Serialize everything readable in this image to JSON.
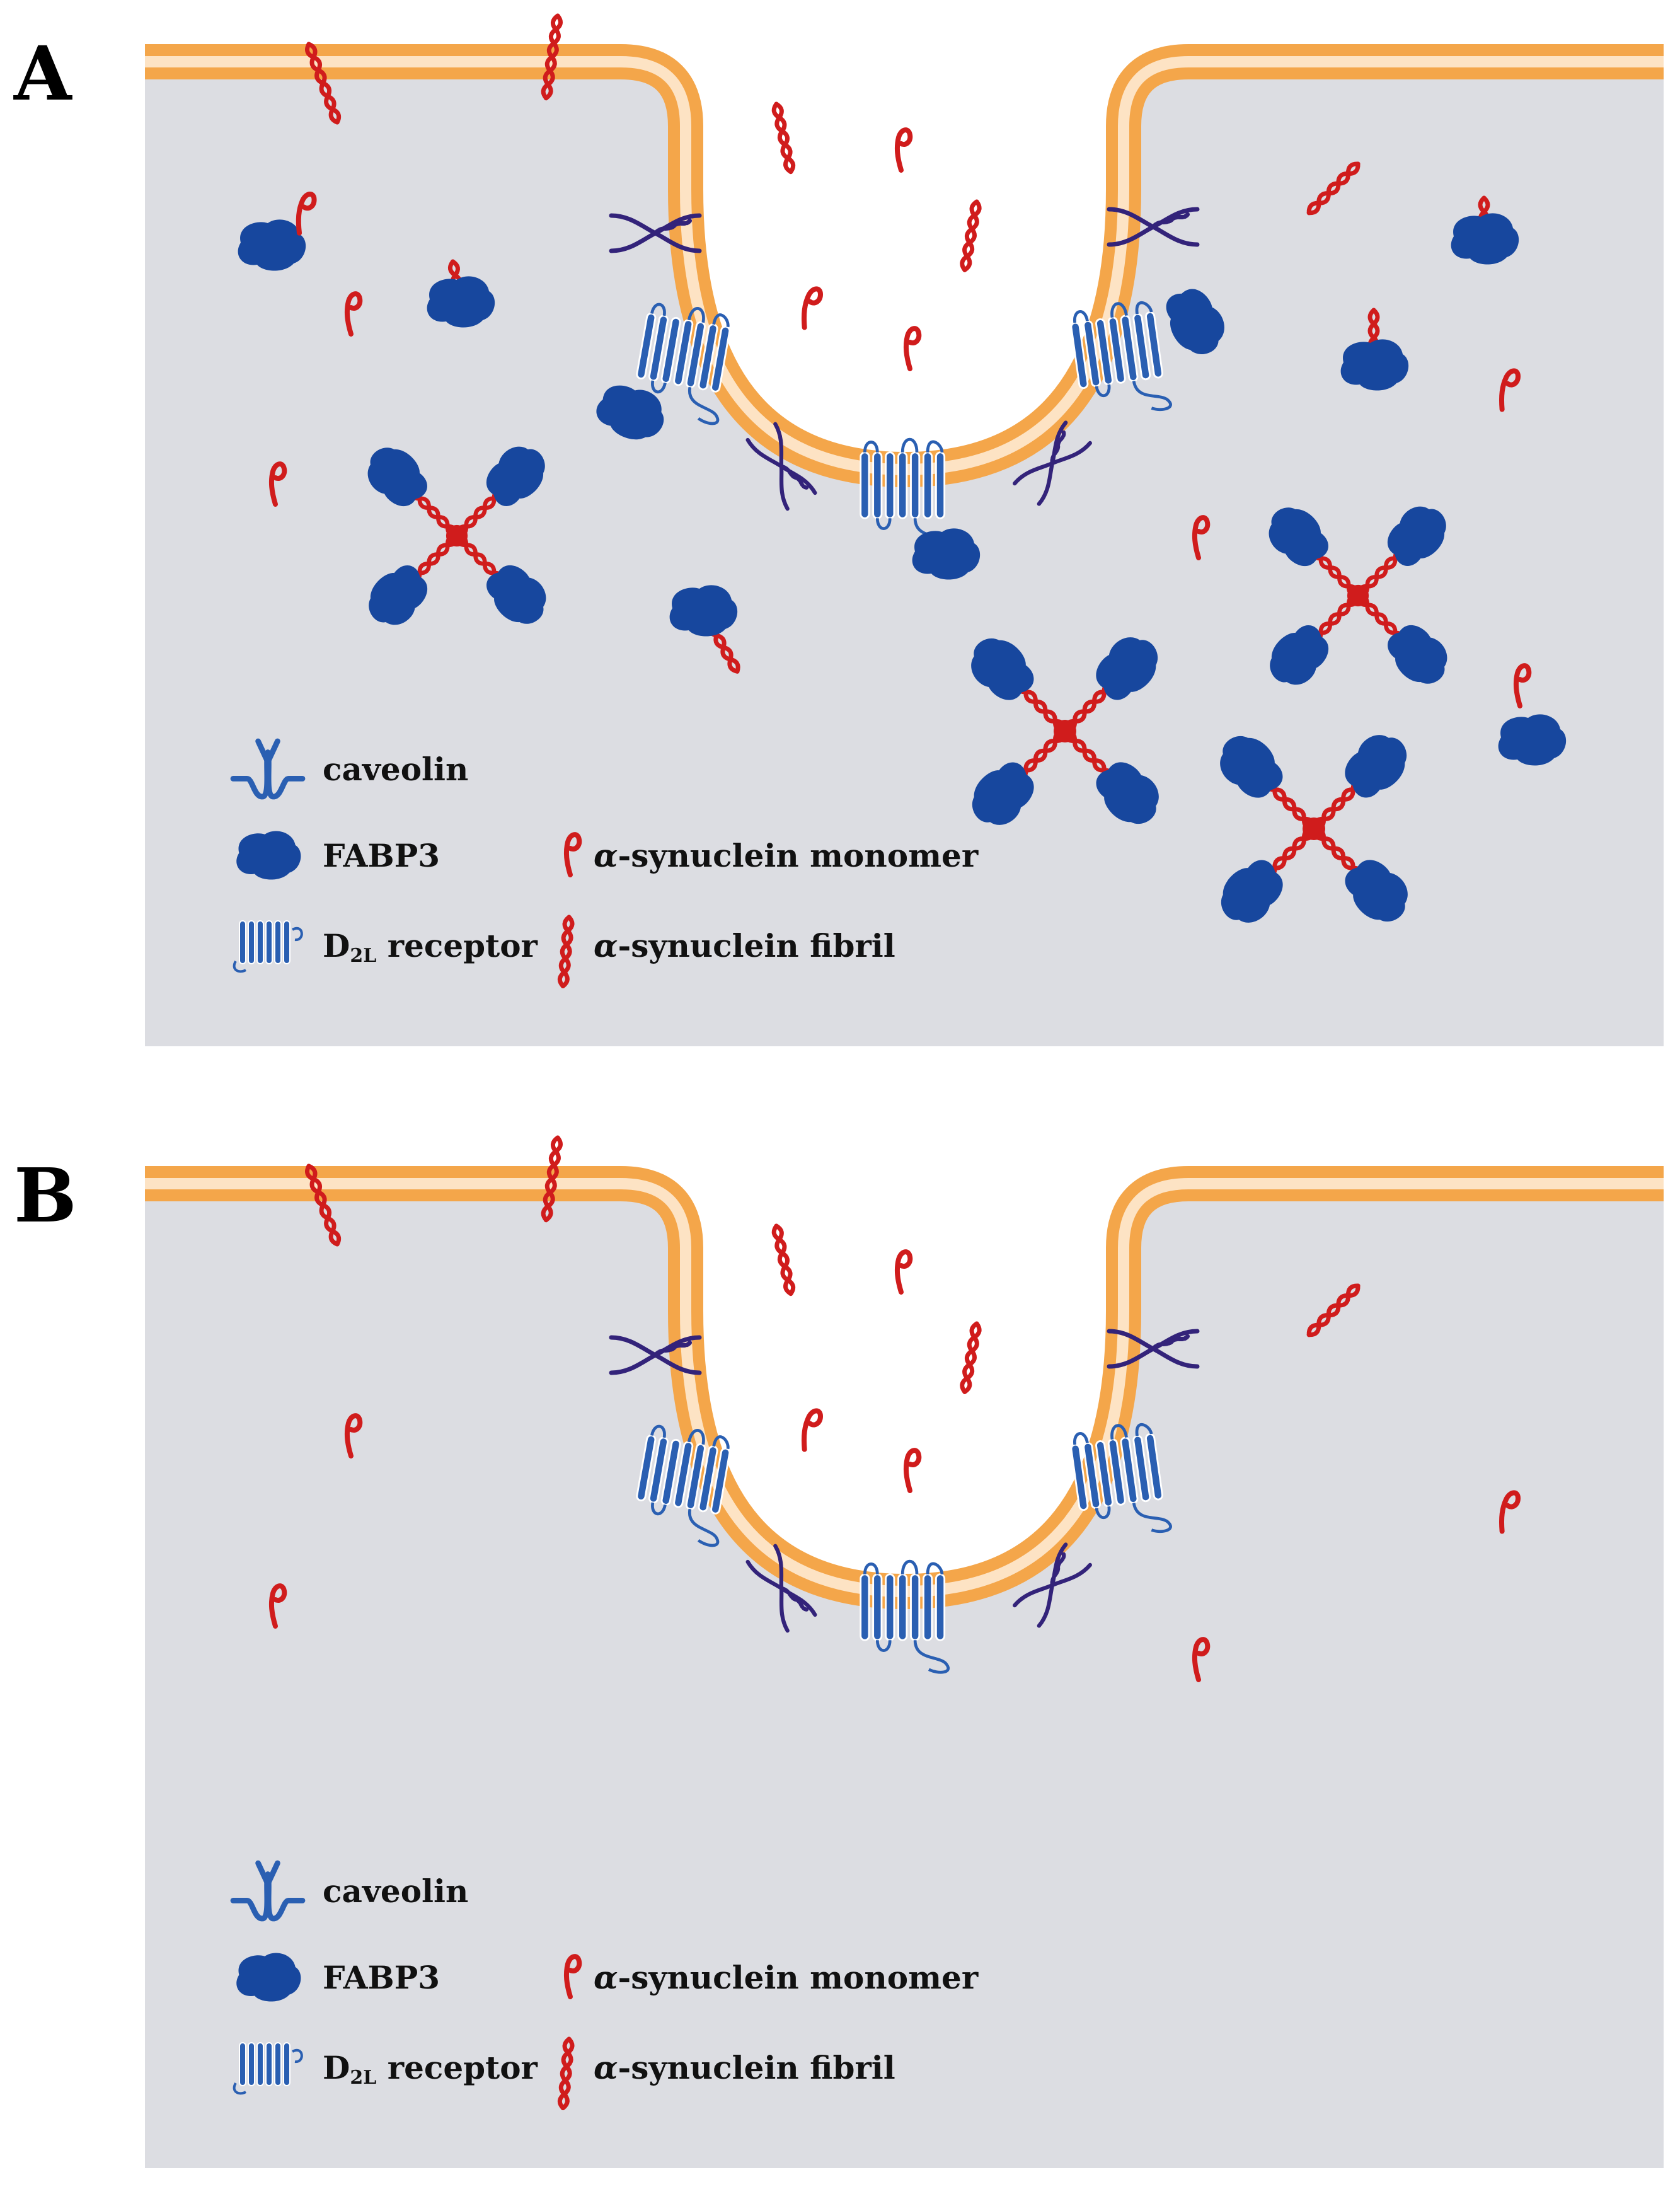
{
  "panels": [
    {
      "id": "A",
      "label": "A",
      "legend": {
        "caveolin": "caveolin",
        "fabp3": "FABP3",
        "d2l_prefix": "D",
        "d2l_sub": "2L",
        "d2l_suffix": " receptor",
        "alpha": "α",
        "monomer": "-synuclein monomer",
        "fibril": "-synuclein fibril"
      }
    },
    {
      "id": "B",
      "label": "B",
      "legend": {
        "caveolin": "caveolin",
        "fabp3": "FABP3",
        "d2l_prefix": "D",
        "d2l_sub": "2L",
        "d2l_suffix": " receptor",
        "alpha": "α",
        "monomer": "-synuclein monomer",
        "fibril": "-synuclein fibril"
      }
    }
  ],
  "colors": {
    "cytoplasm": "#dcdde2",
    "membrane_outer": "#f4a64a",
    "membrane_inner": "#fde3c4",
    "synuclein": "#d01c1c",
    "fabp3": "#17479e",
    "receptor": "#2a5fb2",
    "caveolin": "#33237a"
  },
  "icons": {
    "caveolin": "caveolin-icon",
    "fabp3": "fabp3-icon",
    "receptor": "d2l-receptor-icon",
    "monomer": "synuclein-monomer-icon",
    "fibril": "synuclein-fibril-icon"
  }
}
